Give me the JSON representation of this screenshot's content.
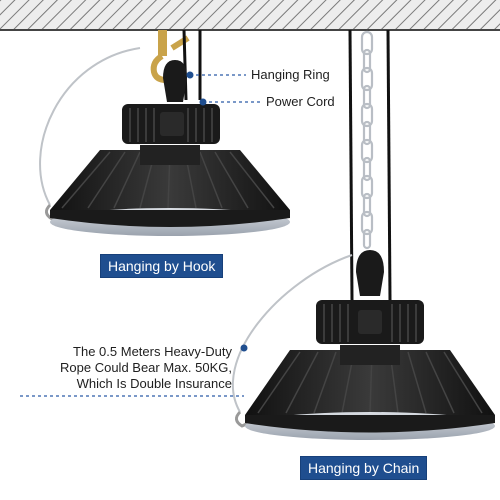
{
  "callouts": {
    "hanging_ring": "Hanging Ring",
    "power_cord": "Power Cord"
  },
  "badges": {
    "by_hook": "Hanging by Hook",
    "by_chain": "Hanging by Chain"
  },
  "rope_note": {
    "line1": "The 0.5 Meters Heavy-Duty",
    "line2": "Rope Could Bear Max. 50KG,",
    "line3": "Which Is Double Insurance"
  },
  "colors": {
    "badge_blue": "#1f4e8f",
    "leader_line_blue": "#2b5aa8",
    "fixture_black": "#1a1a1a"
  },
  "icons": {
    "ceiling": "hatched-ceiling",
    "hook": "hanging-hook",
    "chain": "chain-links"
  }
}
